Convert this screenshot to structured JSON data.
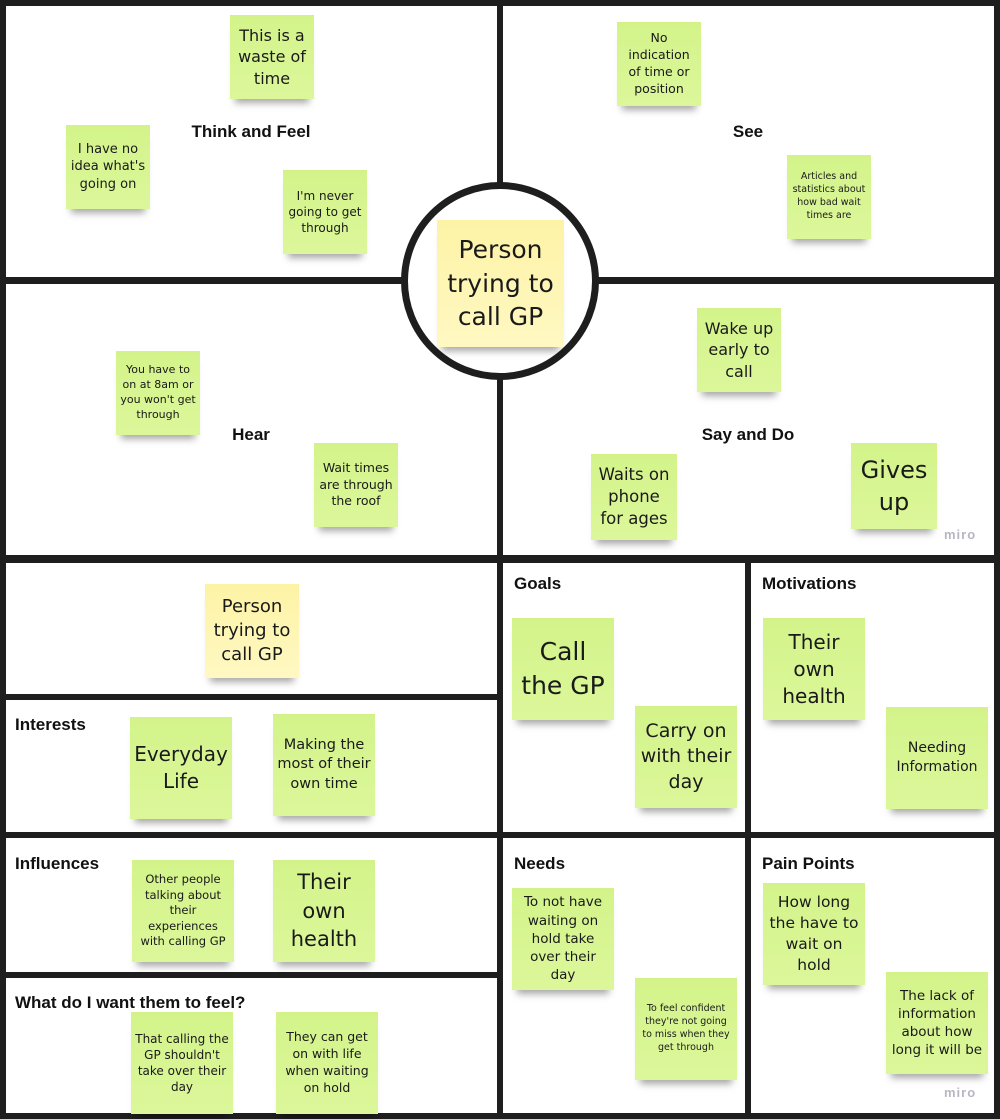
{
  "empathy_map": {
    "center_persona": "Person trying to call GP",
    "quadrants": [
      {
        "title": "Think and Feel",
        "notes": [
          "This is a waste of time",
          "I have no idea what's going on",
          "I'm never going to get through"
        ]
      },
      {
        "title": "See",
        "notes": [
          "No indication of time or position",
          "Articles and statistics about how bad wait times are"
        ]
      },
      {
        "title": "Hear",
        "notes": [
          "You have to on at 8am or you won't get through",
          "Wait times are through the roof"
        ]
      },
      {
        "title": "Say and Do",
        "notes": [
          "Wake up early to call",
          "Waits on phone for ages",
          "Gives up"
        ]
      }
    ],
    "watermark": "miro"
  },
  "persona_canvas": {
    "persona": "Person trying to call GP",
    "sections": [
      {
        "title": "Interests",
        "notes": [
          "Everyday Life",
          "Making the most of their own time"
        ]
      },
      {
        "title": "Influences",
        "notes": [
          "Other people talking about their experiences with calling GP",
          "Their own health"
        ]
      },
      {
        "title": "What do I want them to feel?",
        "notes": [
          "That calling the GP shouldn't take over their day",
          "They can get on with life when waiting on hold"
        ]
      },
      {
        "title": "Goals",
        "notes": [
          "Call the GP",
          "Carry on with their day"
        ]
      },
      {
        "title": "Motivations",
        "notes": [
          "Their own health",
          "Needing Information"
        ]
      },
      {
        "title": "Needs",
        "notes": [
          "To not have waiting on hold take over their day",
          "To feel confident they're not going to miss when they get through"
        ]
      },
      {
        "title": "Pain Points",
        "notes": [
          "How long the have to wait on hold",
          "The lack of information about how long it will be"
        ]
      }
    ],
    "watermark": "miro"
  },
  "colors": {
    "sticky_green": "#d7f590",
    "sticky_yellow": "#fff3a8",
    "frame": "#1e1e1e"
  }
}
